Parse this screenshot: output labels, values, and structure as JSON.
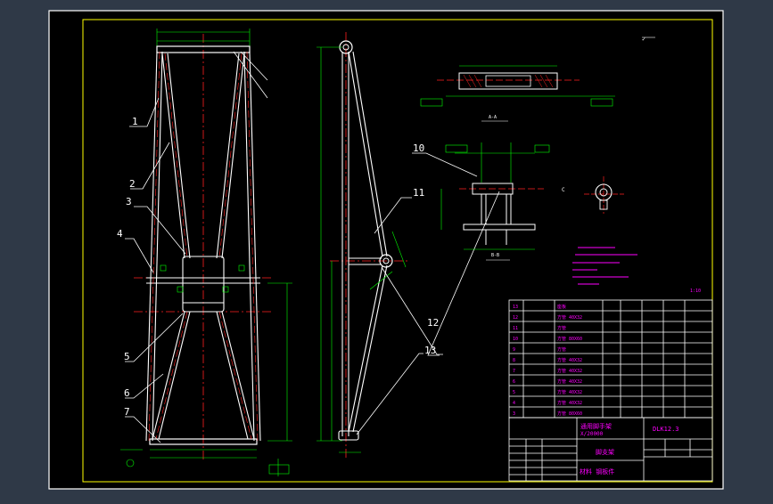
{
  "colors": {
    "background": "#2f3947",
    "sheet": "#000000",
    "border": "#ffffff",
    "frame": "#ffff00",
    "center": "#ff2020",
    "dim": "#00ff00",
    "title_text": "#ff00ff"
  },
  "callouts": [
    "1",
    "2",
    "3",
    "4",
    "5",
    "6",
    "7",
    "10",
    "11",
    "12",
    "13"
  ],
  "labels": {
    "top_mark": "✓",
    "section_a": "A-A",
    "section_b": "B-B",
    "section_c": "C",
    "rev": "1:10"
  },
  "title_block": {
    "name": "通用脚手架",
    "code": "DLK12.3",
    "sub": "X/20000",
    "part": "脚支架",
    "material": "材料 钢板件"
  },
  "bom_rows": [
    {
      "no": "13",
      "name": "座板"
    },
    {
      "no": "12",
      "name": "方管 40X32"
    },
    {
      "no": "11",
      "name": "方管"
    },
    {
      "no": "10",
      "name": "方管 80X60"
    },
    {
      "no": "9",
      "name": "方管"
    },
    {
      "no": "8",
      "name": "方管 40X32"
    },
    {
      "no": "7",
      "name": "方管 40X32"
    },
    {
      "no": "6",
      "name": "方管 40X32"
    },
    {
      "no": "5",
      "name": "方管 40X32"
    },
    {
      "no": "4",
      "name": "方管 40X32"
    },
    {
      "no": "3",
      "name": "方管 80X60"
    }
  ]
}
